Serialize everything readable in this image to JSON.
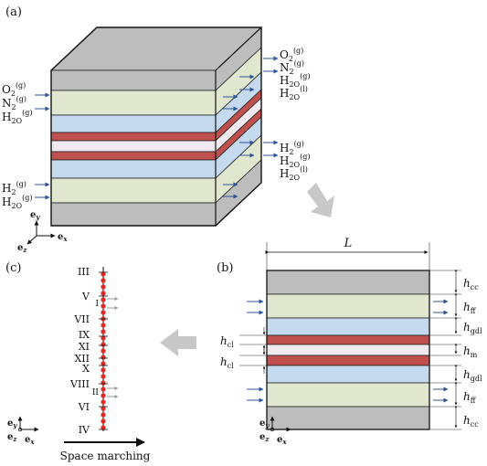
{
  "panels": {
    "a": "(a)",
    "b": "(b)",
    "c": "(c)"
  },
  "colors": {
    "cc": "#bdbdbd",
    "ff": "#e1e7cf",
    "gdl": "#c5d9ef",
    "cl": "#c0504d",
    "m": "#f0e9ef",
    "arrow": "#2e5597",
    "gray_arrow": "#c8c8c8",
    "march_dot": "#e8281e"
  },
  "panel_a": {
    "left_top_gases": [
      "O",
      "N",
      "H"
    ],
    "left_top_gases_rest": [
      "2",
      "2",
      "2O"
    ],
    "left_top_sup": [
      "(g)",
      "(g)",
      "(g)"
    ],
    "left_bottom_gases": [
      "H",
      "H"
    ],
    "left_bottom_rest": [
      "2",
      "2O"
    ],
    "left_bottom_sup": [
      "(g)",
      "(g)"
    ],
    "right_top": [
      "O",
      "N",
      "H",
      "H"
    ],
    "right_top_rest": [
      "2",
      "2",
      "2O",
      "2O"
    ],
    "right_top_sup": [
      "(g)",
      "(g)",
      "(g)",
      "(l)"
    ],
    "right_bottom": [
      "H",
      "H",
      "H"
    ],
    "right_bottom_rest": [
      "2",
      "2O",
      "2O"
    ],
    "right_bottom_sup": [
      "(g)",
      "(g)",
      "(l)"
    ],
    "axes": {
      "ey": "e",
      "ey_sub": "y",
      "ex": "e",
      "ex_sub": "x",
      "ez": "e",
      "ez_sub": "z"
    }
  },
  "panel_b": {
    "width_label": "L",
    "h": "h",
    "right_subs": [
      "cc",
      "ff",
      "gdl",
      "m",
      "gdl",
      "ff",
      "cc"
    ],
    "left_subs": [
      "cl",
      "cl"
    ],
    "axes": {
      "ey": "e",
      "ey_sub": "y",
      "ex": "e",
      "ex_sub": "x",
      "ez": "e",
      "ez_sub": "z"
    }
  },
  "panel_c": {
    "labels": [
      "III",
      "V",
      "VII",
      "IX",
      "XI",
      "XII",
      "X",
      "VIII",
      "VI",
      "IV"
    ],
    "mid_labels": [
      "I",
      "II"
    ],
    "caption": "Space marching",
    "axes": {
      "ey": "e",
      "ey_sub": "y",
      "ex": "e",
      "ex_sub": "x",
      "ez": "e",
      "ez_sub": "z"
    }
  }
}
